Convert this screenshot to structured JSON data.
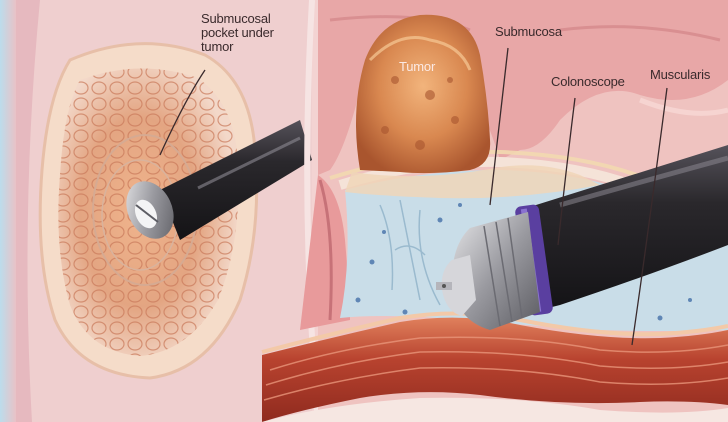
{
  "labels": {
    "submucosal_pocket": "Submucosal\npocket under\ntumor",
    "tumor": "Tumor",
    "submucosa": "Submucosa",
    "colonoscope": "Colonoscope",
    "muscularis": "Muscularis"
  },
  "colors": {
    "mucosa_pink": "#f0c2c1",
    "tumor_orange": "#d98850",
    "submucosa_blue": "#c9dde8",
    "colonoscope_black": "#262427",
    "scope_band_purple": "#5a3fa0",
    "muscularis_red": "#b8432f"
  }
}
